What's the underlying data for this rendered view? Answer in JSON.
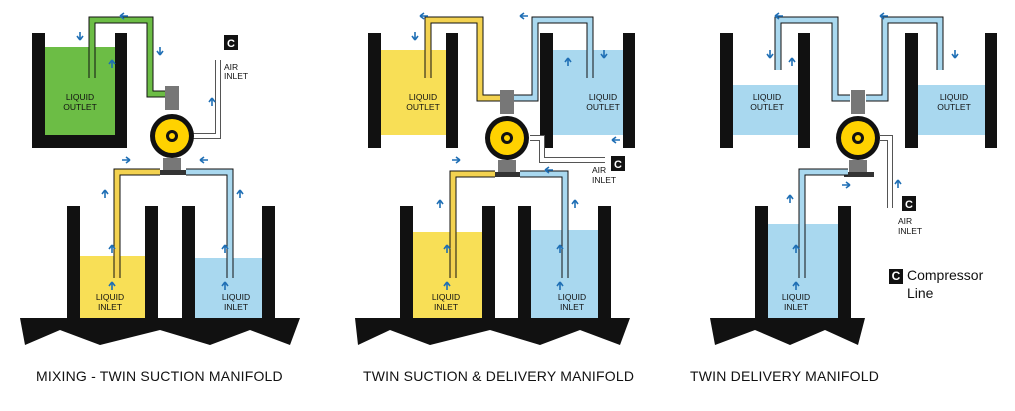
{
  "captions": {
    "mixing": "MIXING - TWIN SUCTION MANIFOLD",
    "suction_delivery": "TWIN SUCTION & DELIVERY MANIFOLD",
    "delivery": "TWIN DELIVERY MANIFOLD"
  },
  "labels": {
    "liquid": "LIQUID",
    "outlet": "OUTLET",
    "inlet": "INLET",
    "air": "AIR",
    "air_inlet_word": "INLET",
    "compressor_badge": "C"
  },
  "legend": {
    "badge": "C",
    "text": "Compressor Line"
  },
  "colors": {
    "tank_wall": "#111111",
    "green_liquid": "#6cbd45",
    "yellow_liquid": "#f8df56",
    "blue_liquid": "#a9d8ef",
    "pipe_green": "#6cbd45",
    "pipe_yellow": "#f3d250",
    "pipe_blue": "#a9d8ef",
    "arrow": "#1f6fb5",
    "pump_body": "#ffd200"
  }
}
